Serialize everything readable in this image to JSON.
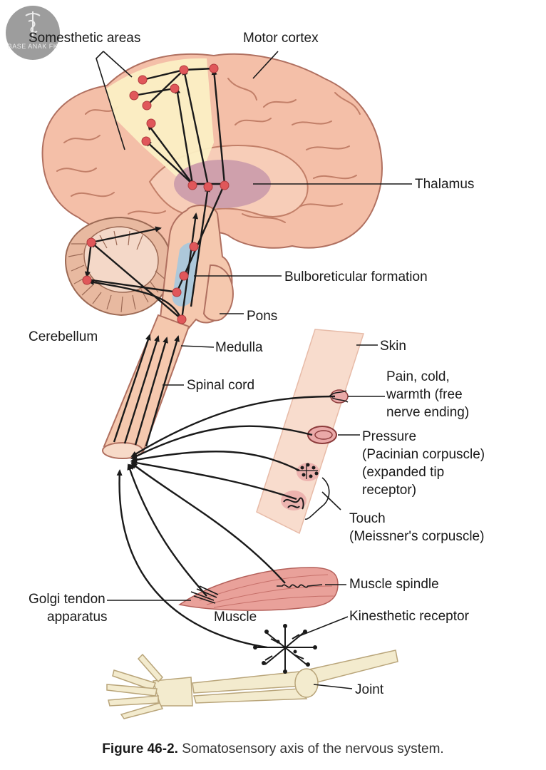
{
  "labels": {
    "somesthetic_areas": "Somesthetic areas",
    "motor_cortex": "Motor cortex",
    "thalamus": "Thalamus",
    "bulboreticular_formation": "Bulboreticular formation",
    "pons": "Pons",
    "cerebellum": "Cerebellum",
    "medulla": "Medulla",
    "skin": "Skin",
    "spinal_cord": "Spinal cord",
    "pain_line1": "Pain, cold,",
    "pain_line2": "warmth (free",
    "pain_line3": "nerve ending)",
    "pressure_line1": "Pressure",
    "pressure_line2": "(Pacinian corpuscle)",
    "pressure_line3": "(expanded tip",
    "pressure_line4": "receptor)",
    "touch_line1": "Touch",
    "touch_line2": "(Meissner's corpuscle)",
    "muscle_spindle": "Muscle spindle",
    "golgi_line1": "Golgi tendon",
    "golgi_line2": "apparatus",
    "muscle": "Muscle",
    "kinesthetic_receptor": "Kinesthetic receptor",
    "joint": "Joint"
  },
  "caption": {
    "figure_number": "Figure 46-2.",
    "text": "Somatosensory axis of the nervous system."
  },
  "watermark": {
    "text": "BASE ANAK FK"
  },
  "colors": {
    "brain": "#f4bfa8",
    "brain_outline": "#b07060",
    "somesthetic_area": "#fbefc4",
    "thalamus": "#cfa0ac",
    "cerebellum": "#e8b9a0",
    "brainstem": "#f5c8ae",
    "skin": "#f8dccd",
    "muscle": "#e9a19a",
    "neuron_dot": "#e0575a",
    "pathway": "#1a1a1a",
    "bone": "#f3ebce",
    "bulboreticular": "#a9c8dc"
  }
}
